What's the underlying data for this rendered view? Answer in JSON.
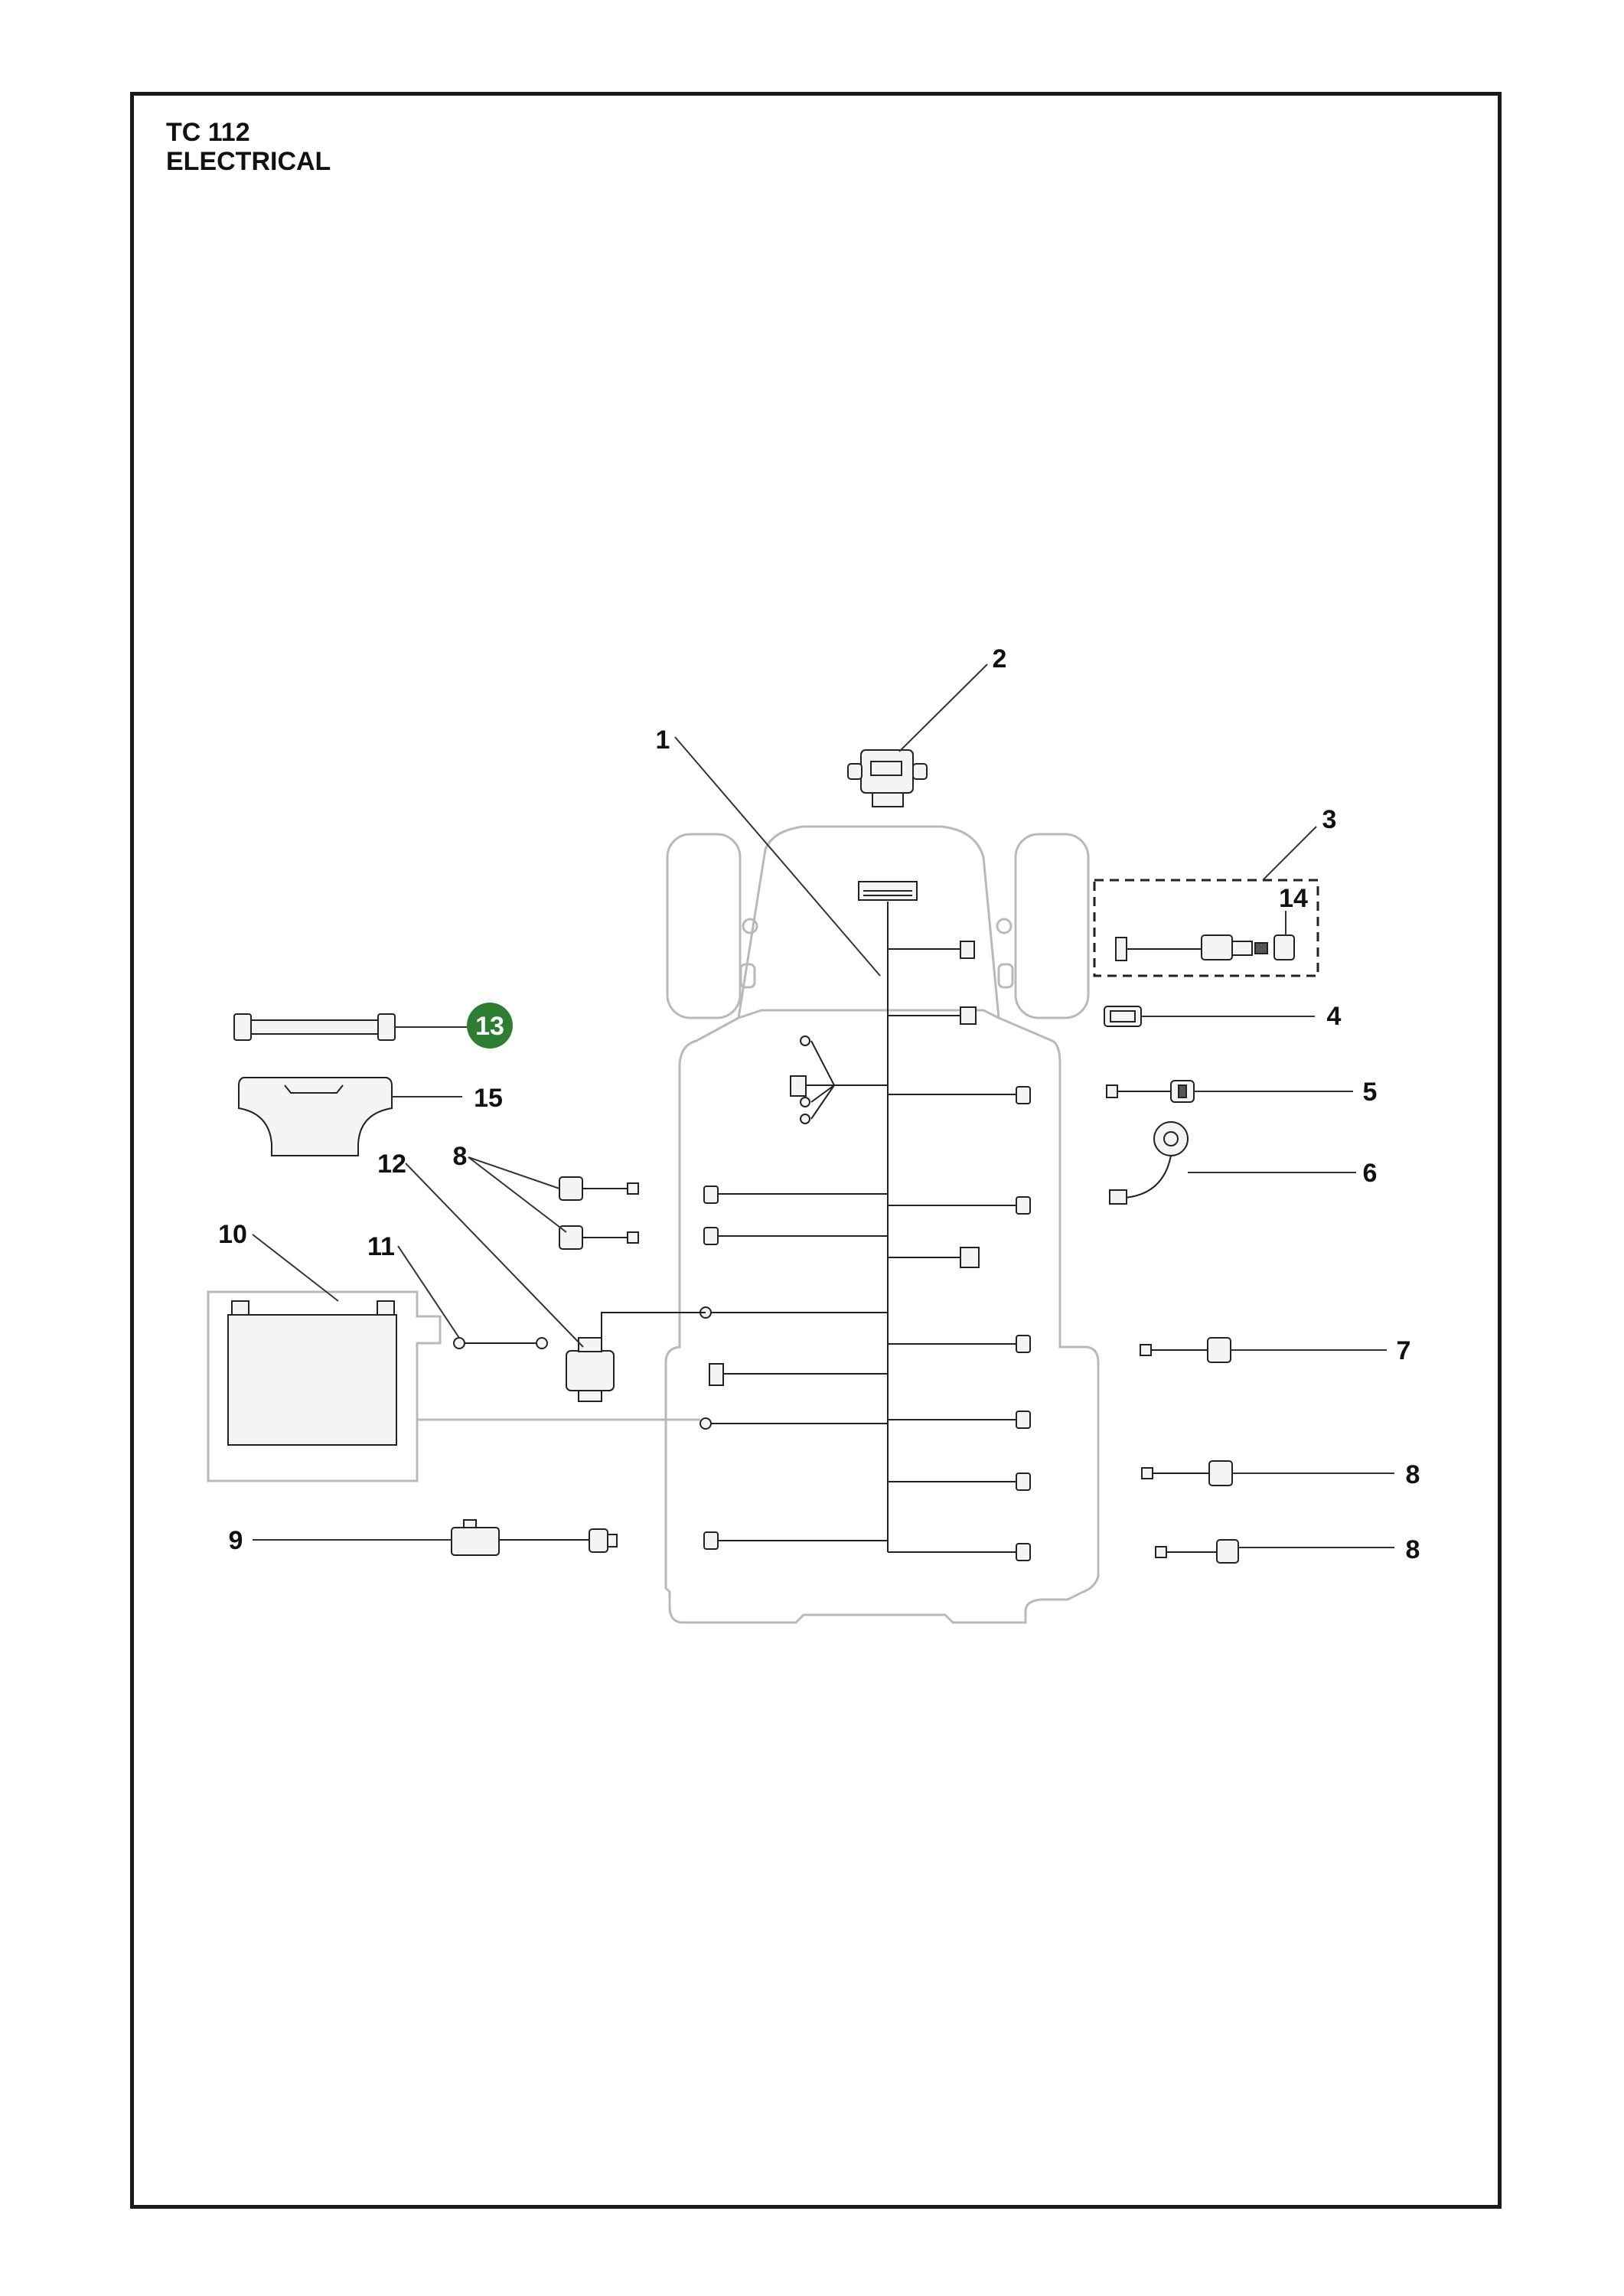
{
  "header": {
    "model": "TC 112",
    "section": "ELECTRICAL"
  },
  "highlight_color": "#2e7d32",
  "callouts": {
    "c1": "1",
    "c2": "2",
    "c3": "3",
    "c4": "4",
    "c5": "5",
    "c6": "6",
    "c7": "7",
    "c8a": "8",
    "c8b": "8",
    "c8c": "8",
    "c9": "9",
    "c10": "10",
    "c11": "11",
    "c12": "12",
    "c13": "13",
    "c14": "14",
    "c15": "15"
  }
}
